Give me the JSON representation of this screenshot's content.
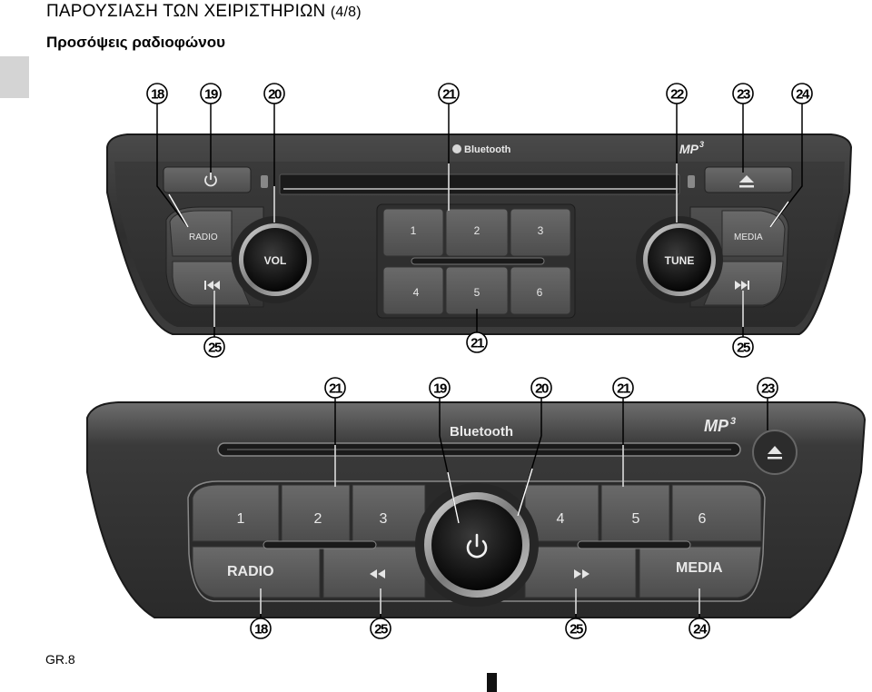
{
  "header": {
    "title": "ΠΑΡΟΥΣΙΑΣΗ ΤΩΝ ΧΕΙΡΙΣΤΗΡΙΩΝ",
    "title_suffix": "(4/8)",
    "subtitle": "Προσόψεις ραδιοφώνου"
  },
  "footer": {
    "page_number": "GR.8"
  },
  "radio_top": {
    "bluetooth_label": "Bluetooth",
    "mp3_label": "MP",
    "mp3_sup": "3",
    "radio_label": "RADIO",
    "media_label": "MEDIA",
    "vol_label": "VOL",
    "tune_label": "TUNE",
    "presets": [
      "1",
      "2",
      "3",
      "4",
      "5",
      "6"
    ],
    "prev_icon": "skip-previous-icon",
    "next_icon": "skip-next-icon",
    "power_icon": "power-icon",
    "eject_icon": "eject-icon"
  },
  "radio_bottom": {
    "bluetooth_label": "Bluetooth",
    "mp3_label": "MP",
    "mp3_sup": "3",
    "radio_label": "RADIO",
    "media_label": "MEDIA",
    "presets": [
      "1",
      "2",
      "3",
      "4",
      "5",
      "6"
    ],
    "rewind_icon": "rewind-icon",
    "fast_forward_icon": "fast-forward-icon",
    "power_icon": "power-icon",
    "eject_icon": "eject-icon"
  },
  "callouts_top": {
    "c18": "18",
    "c19": "19",
    "c20": "20",
    "c21": "21",
    "c22": "22",
    "c23": "23",
    "c24": "24",
    "c25_left": "25",
    "c21_lower": "21",
    "c25_right": "25"
  },
  "callouts_bottom": {
    "c21_a": "21",
    "c19": "19",
    "c20": "20",
    "c21_b": "21",
    "c23": "23",
    "c18": "18",
    "c25_left": "25",
    "c25_right": "25",
    "c24": "24"
  }
}
